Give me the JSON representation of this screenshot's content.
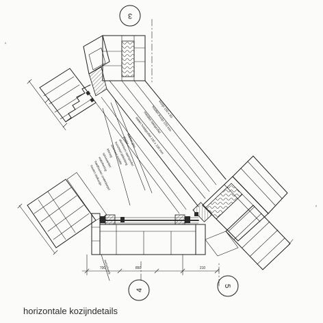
{
  "caption": "horizontale kozijndetails",
  "grid_markers": [
    "3",
    "4",
    "5"
  ],
  "dimensions": [
    "700",
    "850",
    "210"
  ],
  "annotations": {
    "top_right_labels": [
      "kozijn 150 x 60",
      "houten kozijn 150 mm",
      "metalen lateiprofiel",
      "stalen hoekprofiel 100 x 100 mm"
    ],
    "middle_labels": [
      "dubbel glas",
      "glaslat",
      "aluminium raamprofiel",
      "kunststof afdichting",
      "steenwol isolatie",
      "kitvoeg",
      "spouwanker",
      "waterkering",
      "hardhouten onderdorpel",
      "houten stelkozijn"
    ],
    "bottom_left_labels": [
      "metselwerk"
    ]
  }
}
